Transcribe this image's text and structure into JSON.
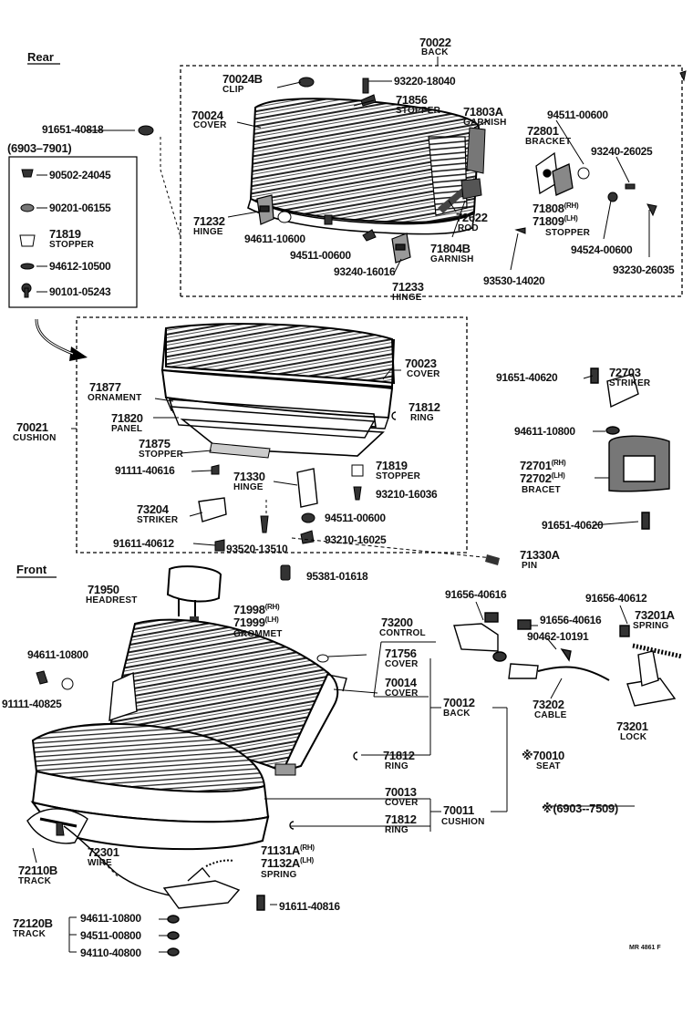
{
  "sections": {
    "rear": "Rear",
    "front": "Front"
  },
  "back_group": {
    "part": "70022",
    "name": "BACK"
  },
  "variant_note": "(6903–7901)",
  "parts": {
    "p70024B": {
      "part": "70024B",
      "name": "CLIP"
    },
    "p93220_18040": {
      "part": "93220-18040"
    },
    "p71856": {
      "part": "71856",
      "name": "STOPPER"
    },
    "p70024": {
      "part": "70024",
      "name": "COVER"
    },
    "p71803A": {
      "part": "71803A",
      "name": "GARNISH"
    },
    "p94511_00600_a": {
      "part": "94511-00600"
    },
    "p72801": {
      "part": "72801",
      "name": "BRACKET"
    },
    "p93240_26025": {
      "part": "93240-26025"
    },
    "p91651_40818": {
      "part": "91651-40818"
    },
    "p90502_24045": {
      "part": "90502-24045"
    },
    "p90201_06155": {
      "part": "90201-06155"
    },
    "p71819_a": {
      "part": "71819",
      "name": "STOPPER"
    },
    "p94612_10500": {
      "part": "94612-10500"
    },
    "p90101_05243": {
      "part": "90101-05243"
    },
    "p71232": {
      "part": "71232",
      "name": "HINGE"
    },
    "p94611_10600": {
      "part": "94611-10600"
    },
    "p94511_00600_b": {
      "part": "94511-00600"
    },
    "p93240_16016": {
      "part": "93240-16016"
    },
    "p71233": {
      "part": "71233",
      "name": "HINGE"
    },
    "p71804B": {
      "part": "71804B",
      "name": "GARNISH"
    },
    "p72622": {
      "part": "72622",
      "name": "ROD"
    },
    "p71808": {
      "part": "71808",
      "suffix": "(RH)"
    },
    "p71809": {
      "part": "71809",
      "suffix": "(LH)",
      "name": "STOPPER"
    },
    "p93530_14020": {
      "part": "93530-14020"
    },
    "p94524_00600": {
      "part": "94524-00600"
    },
    "p93230_26035": {
      "part": "93230-26035"
    },
    "p70021": {
      "part": "70021",
      "name": "CUSHION"
    },
    "p71877": {
      "part": "71877",
      "name": "ORNAMENT"
    },
    "p71820": {
      "part": "71820",
      "name": "PANEL"
    },
    "p71875": {
      "part": "71875",
      "name": "STOPPER"
    },
    "p91111_40616": {
      "part": "91111-40616"
    },
    "p71330": {
      "part": "71330",
      "name": "HINGE"
    },
    "p73204": {
      "part": "73204",
      "name": "STRIKER"
    },
    "p91611_40612": {
      "part": "91611-40612"
    },
    "p93520_13510": {
      "part": "93520-13510"
    },
    "p70023": {
      "part": "70023",
      "name": "COVER"
    },
    "p71812_a": {
      "part": "71812",
      "name": "RING"
    },
    "p71819_b": {
      "part": "71819",
      "name": "STOPPER"
    },
    "p93210_16036": {
      "part": "93210-16036"
    },
    "p94511_00600_c": {
      "part": "94511-00600"
    },
    "p93210_16025": {
      "part": "93210-16025"
    },
    "p91651_40620_a": {
      "part": "91651-40620"
    },
    "p72703": {
      "part": "72703",
      "name": "STRIKER"
    },
    "p94611_10800_a": {
      "part": "94611-10800"
    },
    "p72701": {
      "part": "72701",
      "suffix": "(RH)"
    },
    "p72702": {
      "part": "72702",
      "suffix": "(LH)",
      "name": "BRACET"
    },
    "p91651_40620_b": {
      "part": "91651-40620"
    },
    "p71330A": {
      "part": "71330A",
      "name": "PIN"
    },
    "p95381_01618": {
      "part": "95381-01618"
    },
    "p71950": {
      "part": "71950",
      "name": "HEADREST"
    },
    "p71998": {
      "part": "71998",
      "suffix": "(RH)"
    },
    "p71999": {
      "part": "71999",
      "suffix": "(LH)",
      "name": "GROMMET"
    },
    "p94611_10800_b": {
      "part": "94611-10800"
    },
    "p91111_40825": {
      "part": "91111-40825"
    },
    "p91656_40616_a": {
      "part": "91656-40616"
    },
    "p73200": {
      "part": "73200",
      "name": "CONTROL"
    },
    "p91656_40616_b": {
      "part": "91656-40616"
    },
    "p90462_10191": {
      "part": "90462-10191"
    },
    "p91656_40612": {
      "part": "91656-40612"
    },
    "p73201A": {
      "part": "73201A",
      "name": "SPRING"
    },
    "p71756": {
      "part": "71756",
      "name": "COVER"
    },
    "p70014": {
      "part": "70014",
      "name": "COVER"
    },
    "p70012": {
      "part": "70012",
      "name": "BACK"
    },
    "p73202": {
      "part": "73202",
      "name": "CABLE"
    },
    "p73201": {
      "part": "73201",
      "name": "LOCK"
    },
    "p71812_b": {
      "part": "71812",
      "name": "RING"
    },
    "p70010": {
      "part": "※70010",
      "name": "SEAT"
    },
    "p70013": {
      "part": "70013",
      "name": "COVER"
    },
    "p71812_c": {
      "part": "71812",
      "name": "RING"
    },
    "p70011": {
      "part": "70011",
      "name": "CUSHION"
    },
    "p72110B": {
      "part": "72110B",
      "name": "TRACK"
    },
    "p72301": {
      "part": "72301",
      "name": "WIRE"
    },
    "p71131A": {
      "part": "71131A",
      "suffix": "(RH)"
    },
    "p71132A": {
      "part": "71132A",
      "suffix": "(LH)",
      "name": "SPRING"
    },
    "p91611_40816": {
      "part": "91611-40816"
    },
    "p72120B": {
      "part": "72120B",
      "name": "TRACK"
    },
    "p94611_10800_c": {
      "part": "94611-10800"
    },
    "p94511_00800": {
      "part": "94511-00800"
    },
    "p94110_40800": {
      "part": "94110-40800"
    }
  },
  "seat_note": "※(6903--7509)",
  "corner_code": "MR 4861 F"
}
